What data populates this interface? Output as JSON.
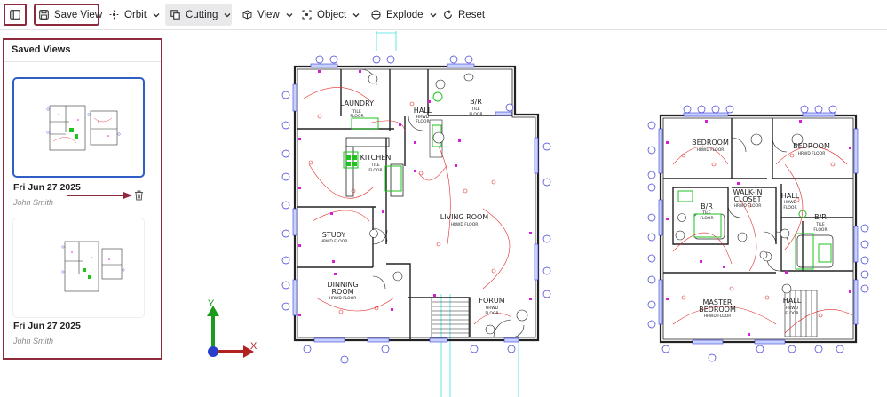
{
  "toolbar": {
    "sidebar_toggle_icon": "panel-left-icon",
    "save_view_label": "Save View",
    "orbit_label": "Orbit",
    "cutting_label": "Cutting",
    "view_label": "View",
    "object_label": "Object",
    "explode_label": "Explode",
    "reset_label": "Reset",
    "active_tool": "Cutting"
  },
  "sidebar": {
    "title": "Saved Views",
    "views": [
      {
        "date": "Fri Jun 27 2025",
        "user": "John Smith",
        "selected": true
      },
      {
        "date": "Fri Jun 27 2025",
        "user": "John Smith",
        "selected": false
      }
    ]
  },
  "plan": {
    "ground_rooms": [
      {
        "name": "LAUNDRY",
        "floor": "TILE FLOOR"
      },
      {
        "name": "HALL",
        "floor": "HRWD FLOOR"
      },
      {
        "name": "B/R",
        "floor": "TILE FLOOR"
      },
      {
        "name": "KITCHEN",
        "floor": "TILE FLOOR"
      },
      {
        "name": "LIVING ROOM",
        "floor": "HRWD FLOOR"
      },
      {
        "name": "STUDY",
        "floor": "HRWD FLOOR"
      },
      {
        "name": "DINNING ROOM",
        "floor": "HRWD FLOOR"
      },
      {
        "name": "FORUM",
        "floor": "HRWD FLOOR"
      }
    ],
    "upper_rooms": [
      {
        "name": "BEDROOM",
        "floor": "HRWD FLOOR"
      },
      {
        "name": "BEDROOM",
        "floor": "HRWD FLOOR"
      },
      {
        "name": "WALK-IN CLOSET",
        "floor": "HRWD FLOOR"
      },
      {
        "name": "B/R",
        "floor": "TILE FLOOR"
      },
      {
        "name": "HALL",
        "floor": "HRWD FLOOR"
      },
      {
        "name": "B/R",
        "floor": "TILE FLOOR"
      },
      {
        "name": "MASTER BEDROOM",
        "floor": "HRWD FLOOR"
      },
      {
        "name": "HALL",
        "floor": "HRWD FLOOR"
      }
    ]
  },
  "axes": {
    "y_label": "Y",
    "x_label": "X"
  },
  "colors": {
    "highlight_border": "#8e2a3e",
    "selected_border": "#2f5ec7",
    "wall": "#222222",
    "dimension_marker": "#3b3bd6",
    "electrical": "#e02a2a",
    "fixture": "#1fc21f",
    "outlet": "#d81fd8",
    "cyan_line": "#3fe0e0"
  }
}
